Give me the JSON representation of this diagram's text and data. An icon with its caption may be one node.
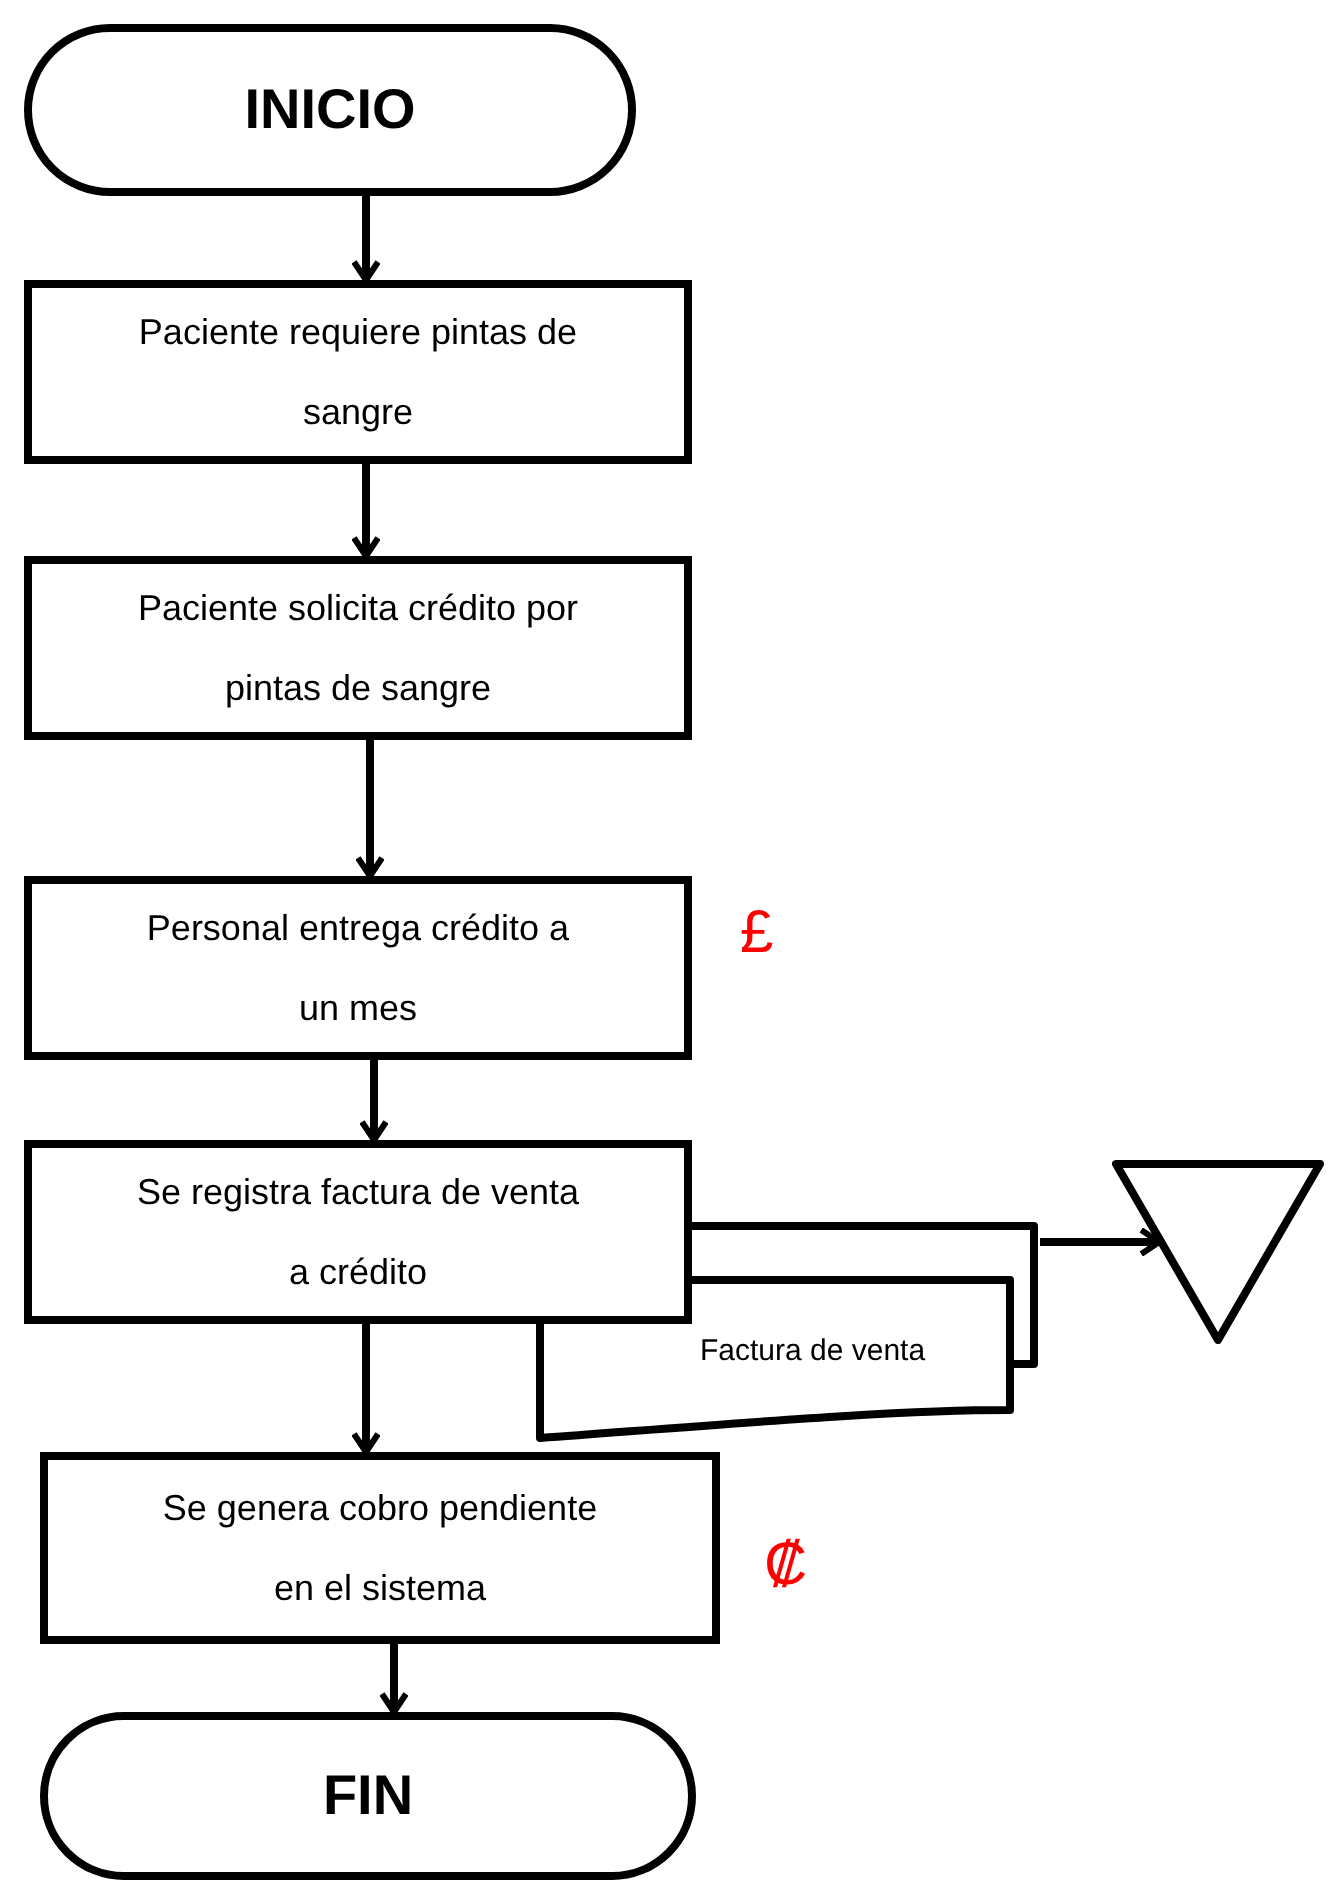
{
  "diagram": {
    "nodes": [
      {
        "text": [
          "INICIO"
        ]
      },
      {
        "text": [
          "Paciente requiere pintas de sangre"
        ]
      },
      {
        "text": [
          "Paciente solicita crédito por pintas de sangre"
        ]
      },
      {
        "text": [
          "Personal entrega crédito a un mes"
        ],
        "beside": [
          "£"
        ]
      },
      {
        "text": [
          "Se registra factura de venta a crédito"
        ]
      },
      {
        "text": [
          "Se genera cobro pendiente en el sistema"
        ],
        "beside": [
          "₡"
        ]
      },
      {
        "text": [
          "Factura de venta"
        ]
      },
      {
        "text": [],
        "shape": "triangle"
      },
      {
        "text": [
          "FIN"
        ]
      }
    ],
    "edges": [
      {
        "from": 0,
        "to": 1,
        "arrow": "to"
      },
      {
        "from": 1,
        "to": 2,
        "arrow": "to"
      },
      {
        "from": 2,
        "to": 3,
        "arrow": "to"
      },
      {
        "from": 3,
        "to": 4,
        "arrow": "to"
      },
      {
        "from": 4,
        "to": 5,
        "arrow": "to"
      },
      {
        "from": 5,
        "to": 8,
        "arrow": "to"
      },
      {
        "from": 6,
        "to": 7,
        "arrow": "to"
      }
    ]
  }
}
